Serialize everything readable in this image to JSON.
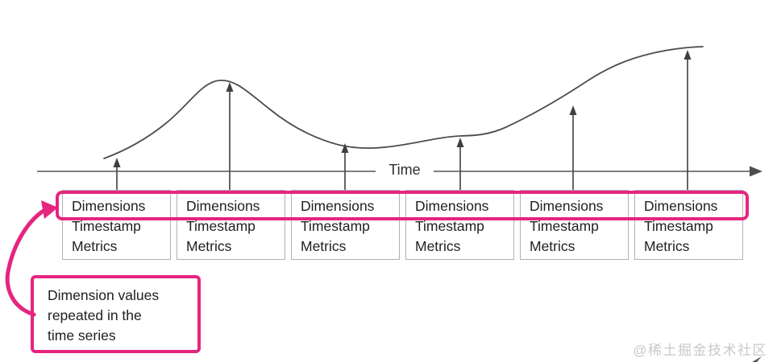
{
  "colors": {
    "accent_pink": "#e5257f",
    "diagram_line": "#4d4d4d",
    "axis_line": "#666666",
    "card_border": "#b3aeb5",
    "text": "#1f1f1f",
    "watermark": "#c9c9c9"
  },
  "axis": {
    "label": "Time"
  },
  "records": [
    {
      "fields": [
        "Dimensions",
        "Timestamp",
        "Metrics"
      ]
    },
    {
      "fields": [
        "Dimensions",
        "Timestamp",
        "Metrics"
      ]
    },
    {
      "fields": [
        "Dimensions",
        "Timestamp",
        "Metrics"
      ]
    },
    {
      "fields": [
        "Dimensions",
        "Timestamp",
        "Metrics"
      ]
    },
    {
      "fields": [
        "Dimensions",
        "Timestamp",
        "Metrics"
      ]
    },
    {
      "fields": [
        "Dimensions",
        "Timestamp",
        "Metrics"
      ]
    }
  ],
  "callout": {
    "lines": [
      "Dimension values",
      "repeated in the",
      "time series"
    ]
  },
  "watermark": {
    "text": "@稀土掘金技术社区"
  }
}
